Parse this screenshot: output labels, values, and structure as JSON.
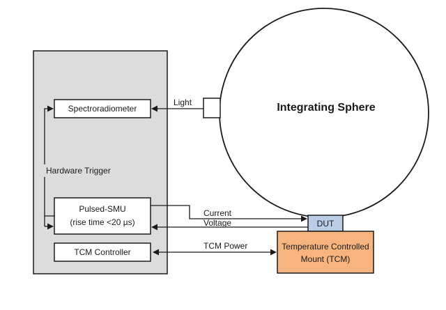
{
  "diagram": {
    "sphere_label": "Integrating Sphere",
    "spectroradiometer_label": "Spectroradiometer",
    "smu_label_line1": "Pulsed-SMU",
    "smu_label_line2": "(rise time <20 µs)",
    "tcm_controller_label": "TCM Controller",
    "dut_label": "DUT",
    "tcm_label_line1": "Temperature Controlled",
    "tcm_label_line2": "Mount (TCM)",
    "hardware_trigger_label": "Hardware Trigger",
    "light_label": "Light",
    "current_label": "Current",
    "voltage_label": "Voltage",
    "tcm_power_label": "TCM Power"
  },
  "colors": {
    "panel_fill": "#dcdcdc",
    "box_fill": "#ffffff",
    "dut_fill": "#b9cde6",
    "tcm_fill": "#f6b57e",
    "line": "#1a1a1a"
  }
}
